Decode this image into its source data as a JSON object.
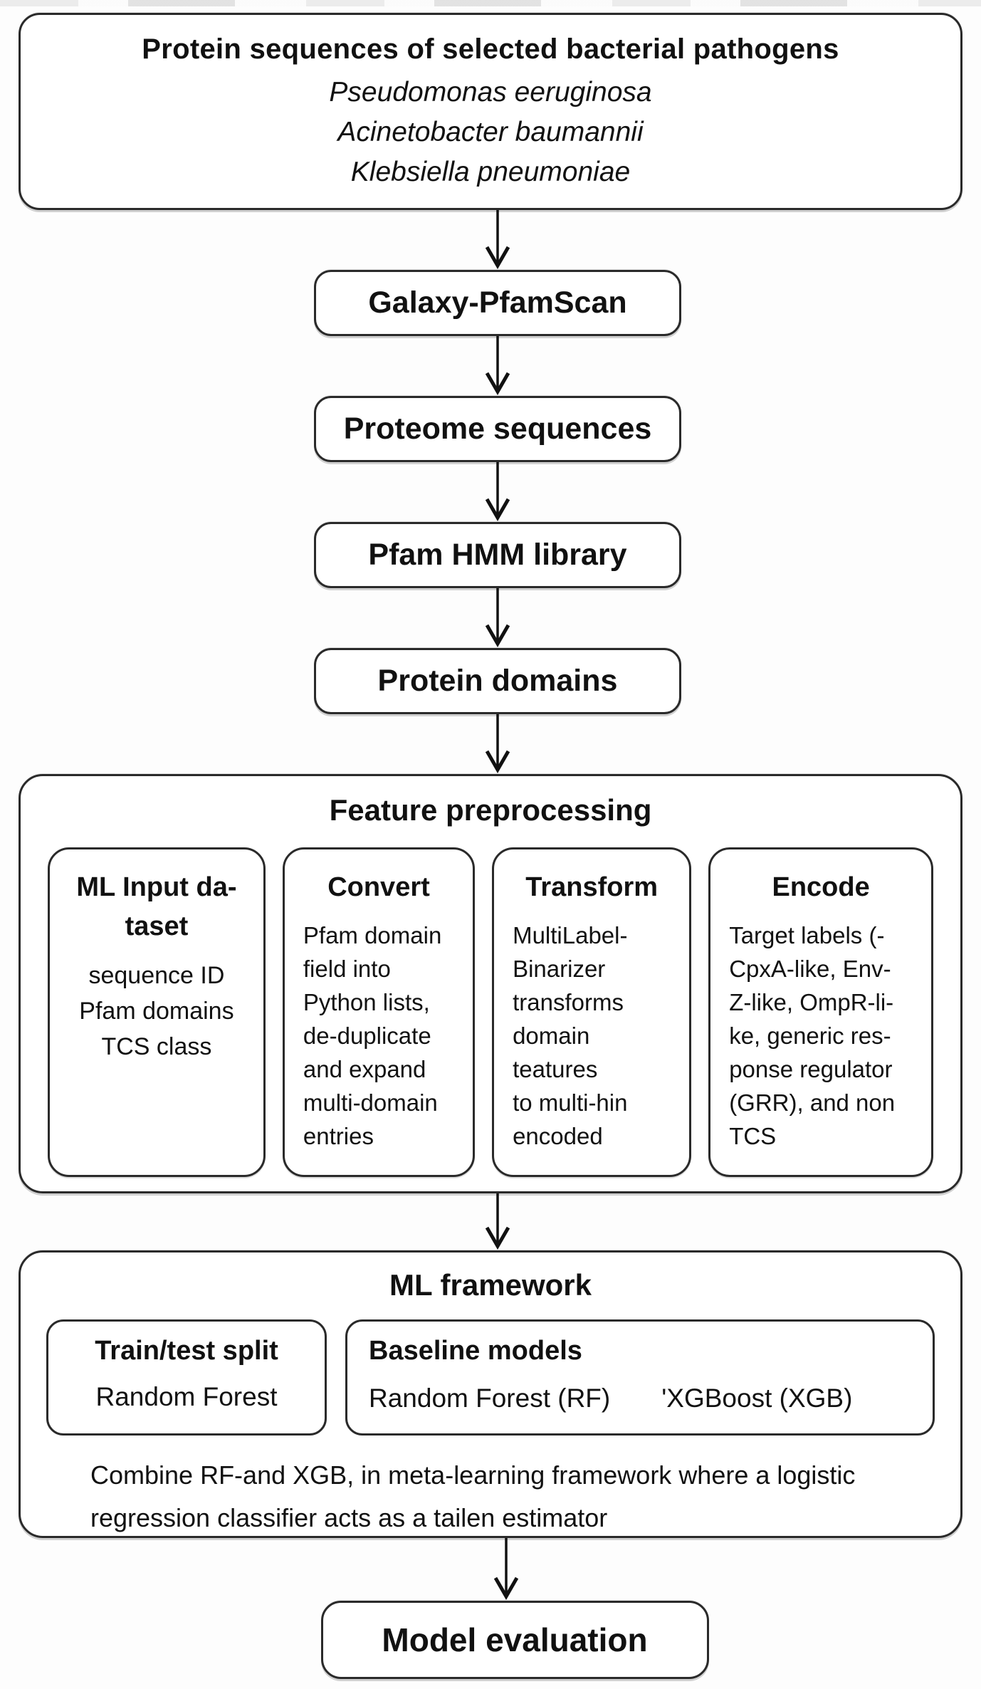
{
  "source_box": {
    "title": "Protein sequences of selected bacterial pathogens",
    "species_lines": [
      "Pseudomonas eeruginosa",
      "Acinetobacter baumannii",
      "Klebsiella pneumoniae"
    ]
  },
  "pipeline_nodes": [
    "Galaxy-PfamScan",
    "Proteome sequences",
    "Pfam HMM library",
    "Protein domains"
  ],
  "feature_preprocessing": {
    "title": "Feature preprocessing",
    "cards": [
      {
        "heading_lines": [
          "ML Input da-",
          "taset"
        ],
        "body_lines": [
          "sequence ID",
          "Pfam domains",
          "TCS class"
        ]
      },
      {
        "heading_lines": [
          "Convert"
        ],
        "body_lines": [
          "Pfam domain",
          "field into",
          "Python lists,",
          "de-duplicate",
          "and expand",
          "multi-domain",
          "entries"
        ]
      },
      {
        "heading_lines": [
          "Transform"
        ],
        "body_lines": [
          "MultiLabel-",
          "Binarizer",
          "transforms",
          "domain",
          "teatures",
          "to multi-hin",
          "encoded"
        ]
      },
      {
        "heading_lines": [
          "Encode"
        ],
        "body_lines": [
          "Target labels (-",
          "CpxA-like, Env-",
          "Z-like, OmpR-li-",
          "ke, generic res-",
          "ponse regulator",
          "(GRR), and non",
          "TCS"
        ]
      }
    ]
  },
  "ml_framework": {
    "title": "ML framework",
    "train_test_split": {
      "heading": "Train/test split",
      "body": "Random Forest"
    },
    "baseline_models": {
      "heading": "Baseline models",
      "models": [
        "Random Forest (RF)",
        "'XGBoost (XGB)"
      ]
    },
    "combine_lines": [
      "Combine RF-and XGB, in meta-learning framework where a logistic",
      "regression classifier acts as a tailen estimator"
    ]
  },
  "model_evaluation": {
    "label": "Model evaluation"
  },
  "colors": {
    "ink": "#111111",
    "border": "#2a2a2a",
    "page_background": "#fdfdfd",
    "box_background": "#ffffff"
  }
}
